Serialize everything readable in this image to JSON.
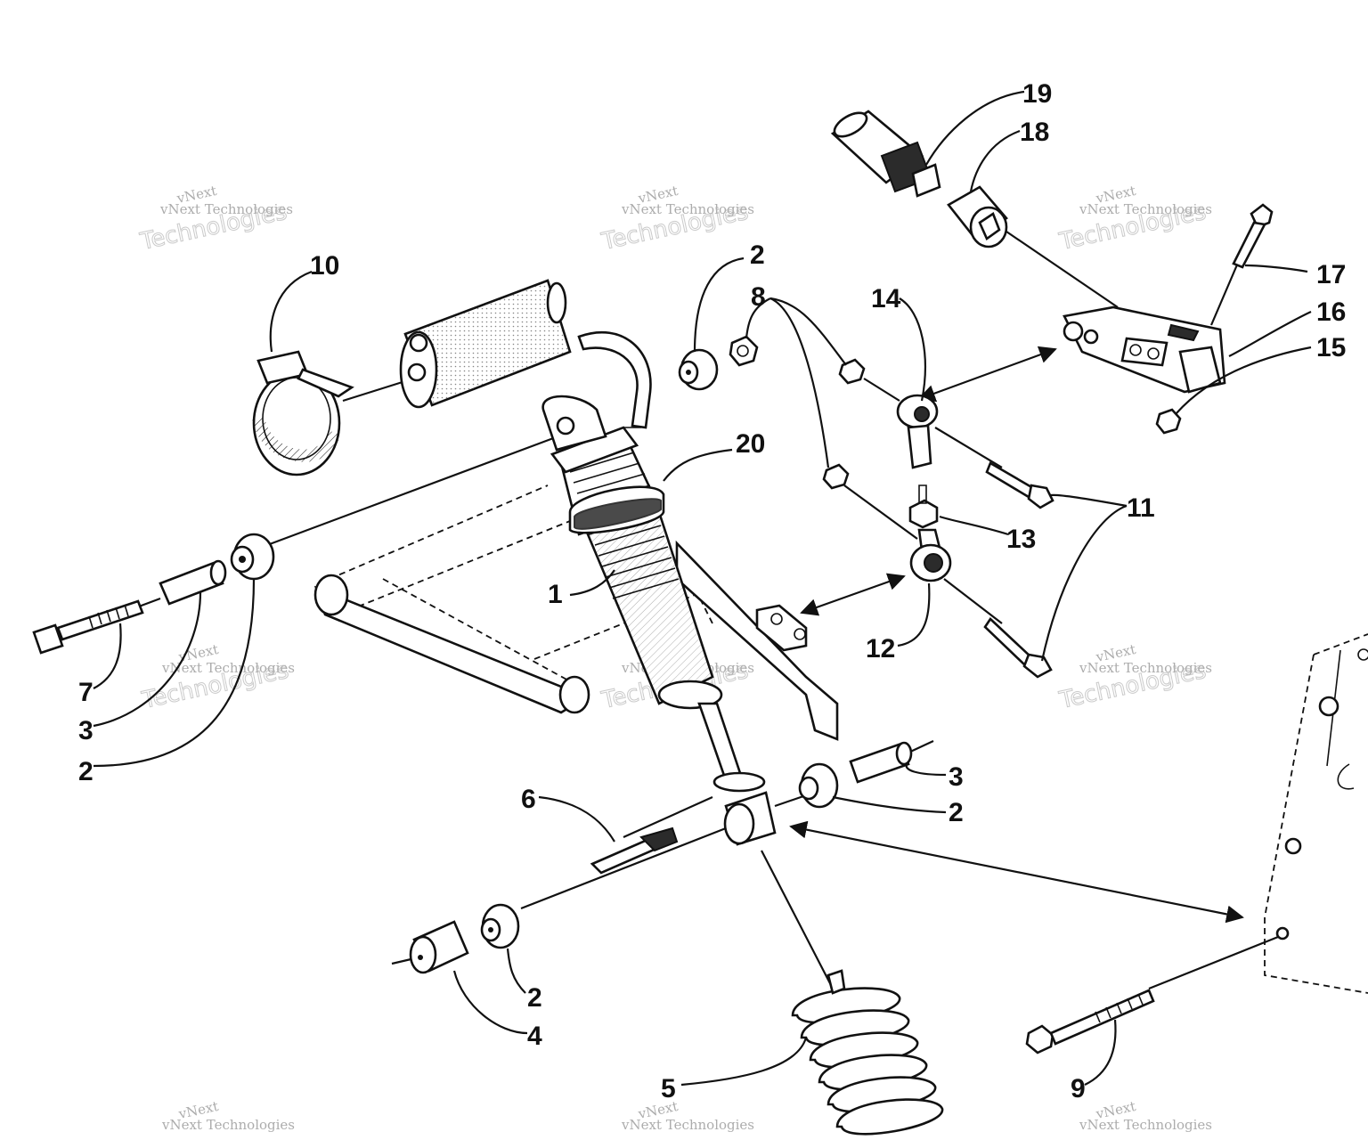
{
  "watermark": {
    "brand": "vNext",
    "name": "vNext Technologies",
    "big": "Technologies"
  },
  "callouts": {
    "c1": "1",
    "c2a": "2",
    "c2b": "2",
    "c2c": "2",
    "c2d": "2",
    "c3a": "3",
    "c3b": "3",
    "c4": "4",
    "c5": "5",
    "c6": "6",
    "c7": "7",
    "c8": "8",
    "c9": "9",
    "c10": "10",
    "c11": "11",
    "c12": "12",
    "c13": "13",
    "c14": "14",
    "c15": "15",
    "c16": "16",
    "c17": "17",
    "c18": "18",
    "c19": "19",
    "c20": "20"
  }
}
